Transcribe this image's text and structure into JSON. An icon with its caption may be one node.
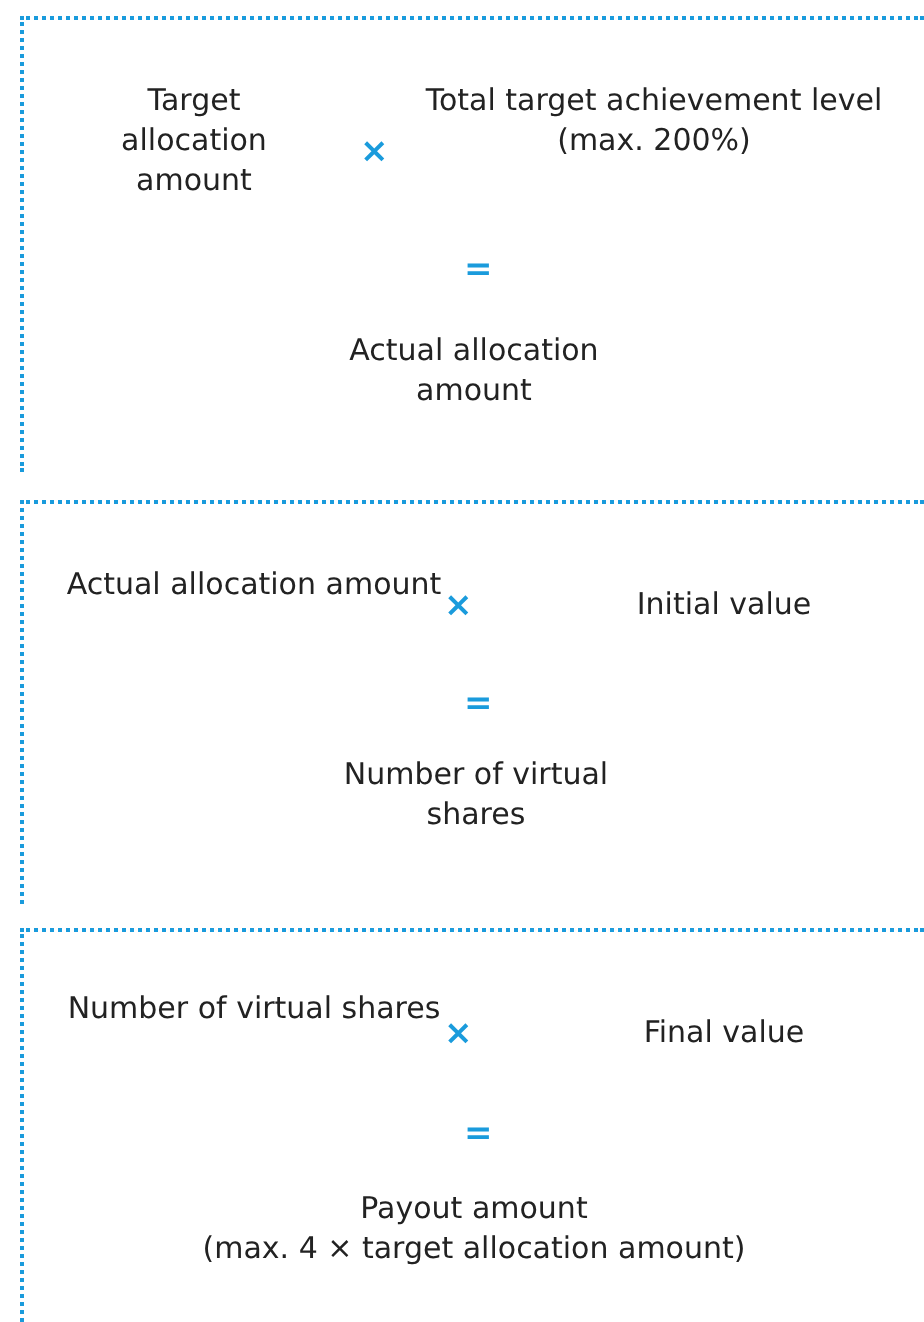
{
  "diagram": {
    "nodes": [
      {
        "text": [],
        "shape": "box"
      },
      {
        "text": [
          "Target allocation amount"
        ],
        "in": 0
      },
      {
        "text": [
          "Total target achievement level",
          "(max. 200%)"
        ],
        "in": 0
      },
      {
        "text": [
          "Actual allocation amount"
        ],
        "in": 0
      },
      {
        "text": [],
        "shape": "box"
      },
      {
        "text": [
          "Actual allocation amount"
        ],
        "in": 4
      },
      {
        "text": [
          "Initial value"
        ],
        "in": 4
      },
      {
        "text": [
          "Number of virtual shares"
        ],
        "in": 4
      },
      {
        "text": [],
        "shape": "box"
      },
      {
        "text": [
          "Number of virtual shares"
        ],
        "in": 8
      },
      {
        "text": [
          "Final value"
        ],
        "in": 8
      },
      {
        "text": [
          "Payout amount",
          "(max. 4 × target allocation amount)"
        ],
        "in": 8
      }
    ],
    "labels": [
      "×",
      "=",
      "×",
      "=",
      "×",
      "="
    ]
  }
}
